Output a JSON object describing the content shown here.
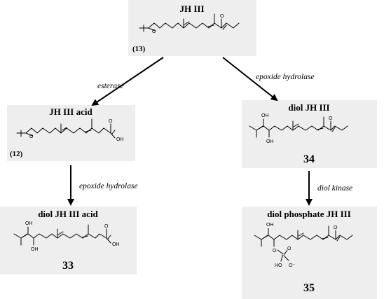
{
  "compounds": {
    "jh3": {
      "title": "JH III",
      "ref": "(13)"
    },
    "jh3_acid": {
      "title": "JH III acid",
      "ref": "(12)"
    },
    "diol_jh3": {
      "title": "diol JH III",
      "number": "34"
    },
    "diol_jh3_acid": {
      "title": "diol JH III acid",
      "number": "33"
    },
    "diol_phosphate_jh3": {
      "title": "diol phosphate JH III",
      "number": "35"
    }
  },
  "enzymes": {
    "esterase": "esterase",
    "epoxide_hydrolase_right": "epoxide hydrolase",
    "epoxide_hydrolase_left": "epoxide hydrolase",
    "diol_kinase": "diol kinase"
  },
  "atoms": {
    "oxygen": "O",
    "hydroxyl": "OH",
    "hydroxyl_left": "HO",
    "phosphorus": "P",
    "phosphate_oxide": "O",
    "phosphate_anion": "O⁻"
  }
}
